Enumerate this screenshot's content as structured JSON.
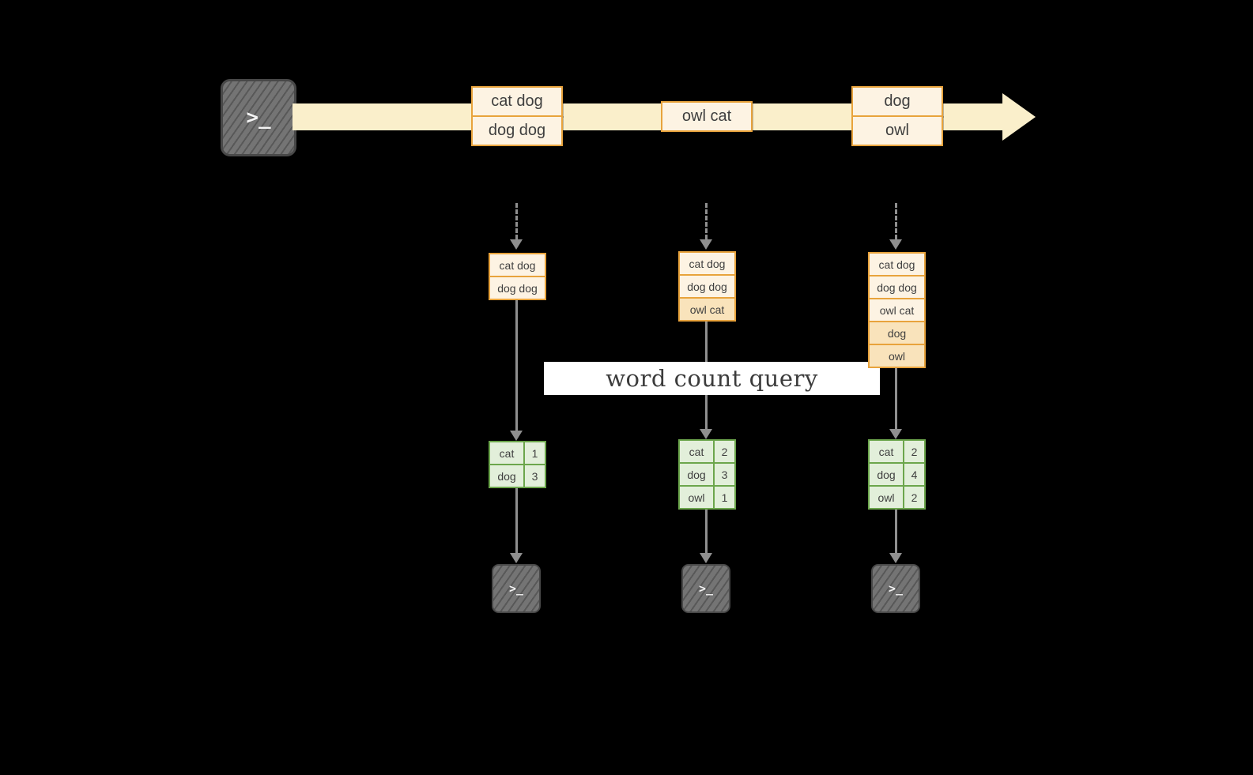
{
  "colors": {
    "background": "#000000",
    "timeline_fill": "#faefcb",
    "event_border": "#e8a33c",
    "event_fill": "#fdf3e3",
    "event_fill_new": "#f9e3bb",
    "table_border": "#6ca64c",
    "table_fill": "#e2efda",
    "arrow": "#8f8f8f",
    "terminal_fill": "#747474",
    "banner_bg": "#ffffff",
    "text": "#3f3f3f"
  },
  "icons": {
    "terminal_prompt": ">_",
    "timeline_arrowhead": "triangle-right",
    "flow_arrowhead": "triangle-down"
  },
  "banner": {
    "label": "word count query"
  },
  "timeline": {
    "groups": [
      {
        "boxes": [
          "cat dog",
          "dog dog"
        ]
      },
      {
        "boxes": [
          "owl cat"
        ]
      },
      {
        "boxes": [
          "dog",
          "owl"
        ]
      }
    ]
  },
  "columns": [
    {
      "stack": [
        "cat dog",
        "dog dog"
      ],
      "table": [
        {
          "word": "cat",
          "count": "1"
        },
        {
          "word": "dog",
          "count": "3"
        }
      ]
    },
    {
      "stack": [
        "cat dog",
        "dog dog",
        "owl cat"
      ],
      "table": [
        {
          "word": "cat",
          "count": "2"
        },
        {
          "word": "dog",
          "count": "3"
        },
        {
          "word": "owl",
          "count": "1"
        }
      ]
    },
    {
      "stack": [
        "cat dog",
        "dog dog",
        "owl cat",
        "dog",
        "owl"
      ],
      "table": [
        {
          "word": "cat",
          "count": "2"
        },
        {
          "word": "dog",
          "count": "4"
        },
        {
          "word": "owl",
          "count": "2"
        }
      ]
    }
  ]
}
